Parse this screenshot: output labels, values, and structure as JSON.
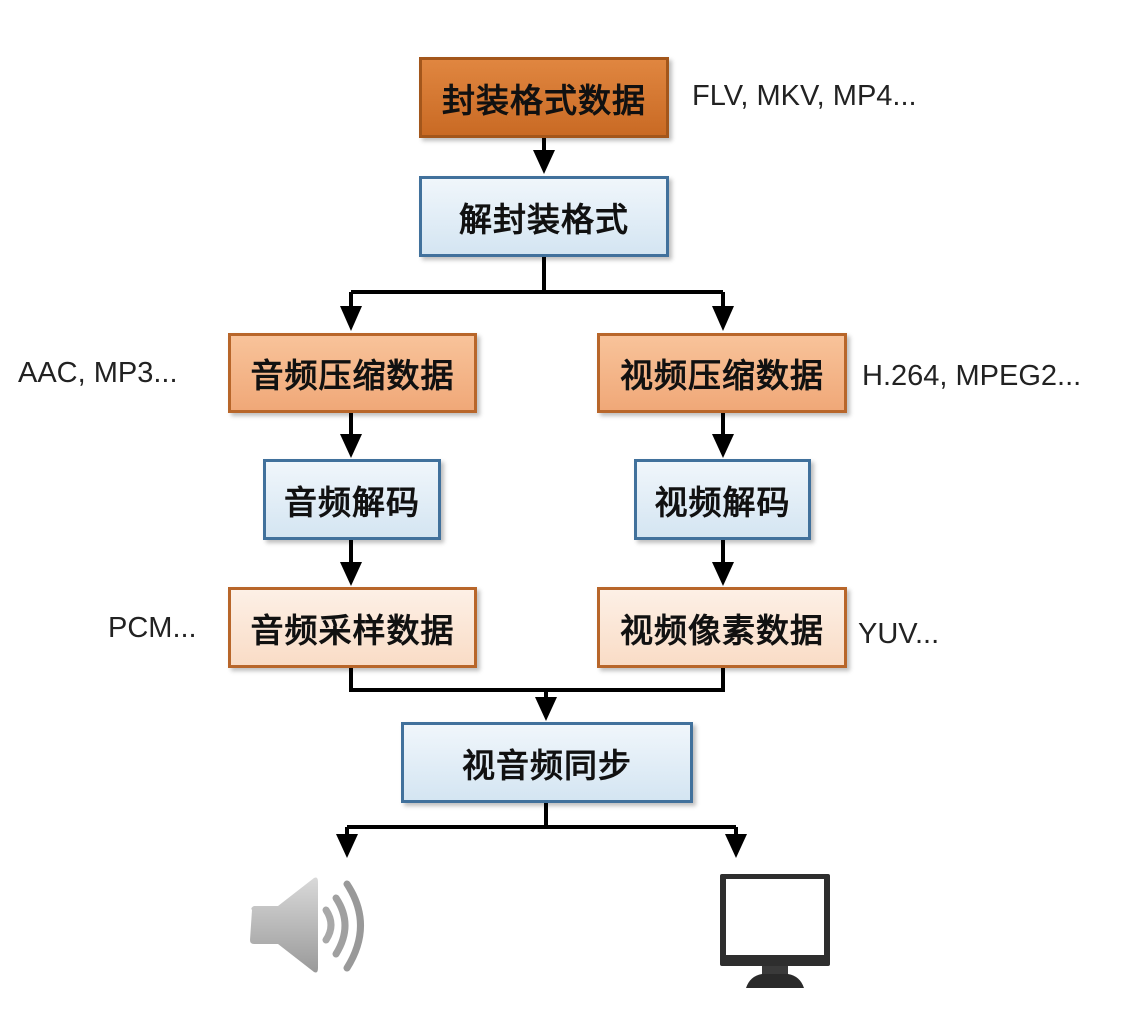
{
  "diagram": {
    "nodes": {
      "container_data": "封装格式数据",
      "demux": "解封装格式",
      "audio_compressed": "音频压缩数据",
      "video_compressed": "视频压缩数据",
      "audio_decode": "音频解码",
      "video_decode": "视频解码",
      "audio_samples": "音频采样数据",
      "video_pixels": "视频像素数据",
      "av_sync": "视音频同步"
    },
    "annotations": {
      "container_formats": "FLV, MKV, MP4...",
      "audio_codecs": "AAC, MP3...",
      "video_codecs": "H.264, MPEG2...",
      "audio_raw": "PCM...",
      "video_raw": "YUV..."
    },
    "outputs": {
      "audio_output_icon": "speaker-icon",
      "video_output_icon": "monitor-icon"
    },
    "colors": {
      "container_fill": "#d0712e",
      "compressed_fill": "#f4b183",
      "raw_fill": "#fbe4d5",
      "process_fill": "#deebf7",
      "process_border": "#41719c",
      "data_border": "#a65a1e"
    }
  }
}
